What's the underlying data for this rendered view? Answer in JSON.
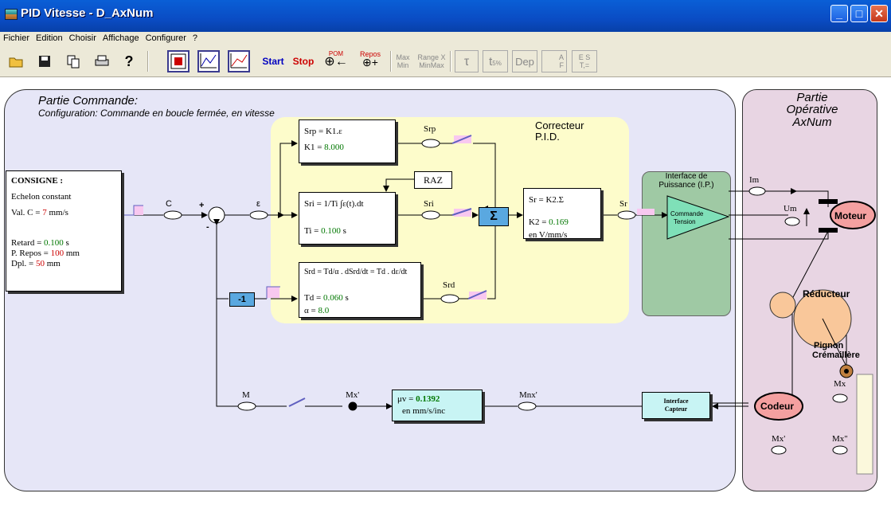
{
  "window": {
    "title": "PID Vitesse - D_AxNum"
  },
  "menu": [
    "Fichier",
    "Edition",
    "Choisir",
    "Affichage",
    "Configurer",
    "?"
  ],
  "toolbar": {
    "start": "Start",
    "stop": "Stop",
    "pom": "POM",
    "repos": "Repos",
    "max": "Max",
    "min": "Min",
    "range_x": "Range X",
    "minmax": "MinMax",
    "tau": "τ",
    "t5": "t",
    "t5_sub": "5%",
    "dep": "Dep",
    "a": "A",
    "f": "F",
    "e": "E",
    "s": "S",
    "t_eq": "T,="
  },
  "commande": {
    "title": "Partie Commande:",
    "config": "Configuration:  Commande en boucle fermée, en vitesse"
  },
  "operative": {
    "title1": "Partie",
    "title2": "Opérative",
    "title3": "AxNum"
  },
  "consigne": {
    "title": "CONSIGNE :",
    "type": "Echelon constant",
    "valc_label": "Val. C = ",
    "valc_value": "7",
    "valc_unit": " mm/s",
    "retard_label": "Retard = ",
    "retard_value": "0.100",
    "retard_unit": " s",
    "repos_label": "P. Repos = ",
    "repos_value": "100",
    "repos_unit": " mm",
    "dpl_label": "Dpl. = ",
    "dpl_value": "50",
    "dpl_unit": " mm"
  },
  "correcteur": {
    "line1": "Correcteur",
    "line2": "P.I.D."
  },
  "prop": {
    "formula": "Srp = K1.ε",
    "k_label": "K1 = ",
    "k_value": "8.000"
  },
  "integ": {
    "formula": "Sri = 1/Ti ∫ε(t).dt",
    "t_label": "Ti = ",
    "t_value": "0.100",
    "t_unit": " s"
  },
  "deriv": {
    "formula": "Srd = Td/α . dSrd/dt = Td . dε/dt",
    "t_label": "Td = ",
    "t_value": "0.060",
    "t_unit": " s",
    "a_label": "α = ",
    "a_value": "8.0"
  },
  "sum": {
    "formula": "Sr = K2.Σ",
    "k_label": "K2 = ",
    "k_value": "0.169",
    "unit": "en V/mm/s"
  },
  "raz": "RAZ",
  "sigma": "Σ",
  "minus_one": "-1",
  "ip": {
    "title1": "Interface de",
    "title2": "Puissance (I.P.)",
    "cmd1": "Commande",
    "cmd2": "Tension"
  },
  "moteur": "Moteur",
  "reducteur": "Réducteur",
  "pignon1": "Pignon",
  "pignon2": "Crémaillère",
  "codeur": "Codeur",
  "capteur1": "Interface",
  "capteur2": "Capteur",
  "mu": {
    "label": "μv = ",
    "value": "0.1392",
    "unit": "en mm/s/inc"
  },
  "signals": {
    "c": "C",
    "eps": "ε",
    "plus": "+",
    "minus": "-",
    "srp": "Srp",
    "sri": "Sri",
    "srd": "Srd",
    "sr": "Sr",
    "im": "Im",
    "um": "Um",
    "m": "M",
    "mx_prime": "Mx'",
    "mnx": "Mnx'",
    "mx": "Mx",
    "mx2": "Mx'",
    "mx3": "Mx\""
  },
  "colors": {
    "title_bar": "#0a4cc4",
    "commande_bg": "#e6e6f7",
    "operative_bg": "#e8d5e3",
    "pid_bg": "#fdfccb",
    "ip_bg": "#9fc9a4",
    "motor": "#f4a0a0",
    "reducteur": "#f9c79a",
    "capteur": "#c8f4f4",
    "blue_box": "#5aa8e0"
  }
}
